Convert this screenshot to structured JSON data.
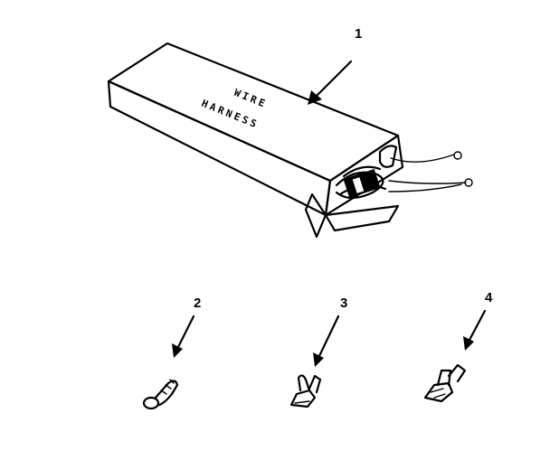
{
  "figure": {
    "box_text_line1": "WIRE",
    "box_text_line2": "HARNESS",
    "callouts": [
      "1",
      "2",
      "3",
      "4"
    ]
  },
  "icons": [
    "wire-harness-box-icon",
    "terminal-2-icon",
    "terminal-3-icon",
    "terminal-4-icon",
    "arrow-icon"
  ],
  "colors": {
    "ink": "#000000",
    "paper": "#ffffff"
  }
}
